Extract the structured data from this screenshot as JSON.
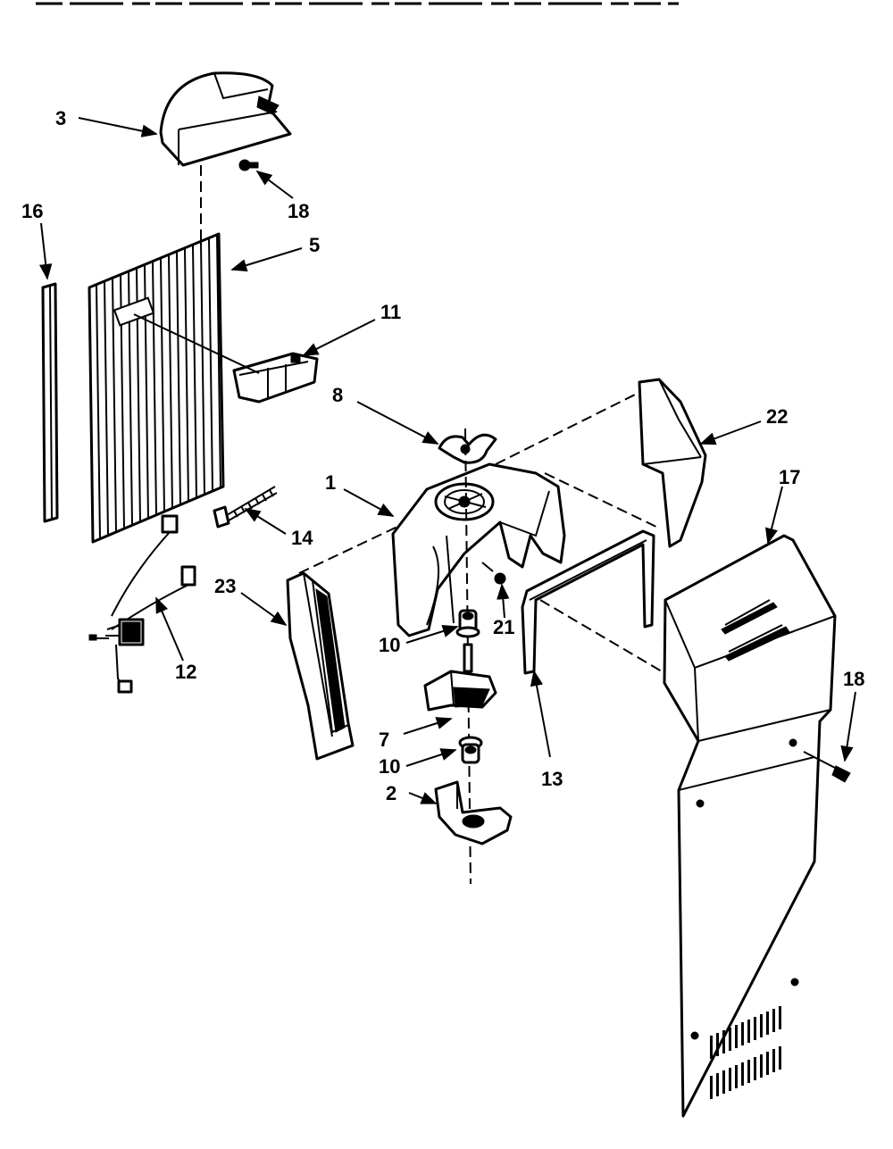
{
  "labels": {
    "p3": "3",
    "p18_top": "18",
    "p16": "16",
    "p5": "5",
    "p11": "11",
    "p8": "8",
    "p22": "22",
    "p17": "17",
    "p1": "1",
    "p14": "14",
    "p23": "23",
    "p12": "12",
    "p10_upper": "10",
    "p21": "21",
    "p7": "7",
    "p10_lower": "10",
    "p2": "2",
    "p13": "13",
    "p18_right": "18"
  },
  "colors": {
    "ink": "#000000",
    "paper": "#ffffff"
  }
}
